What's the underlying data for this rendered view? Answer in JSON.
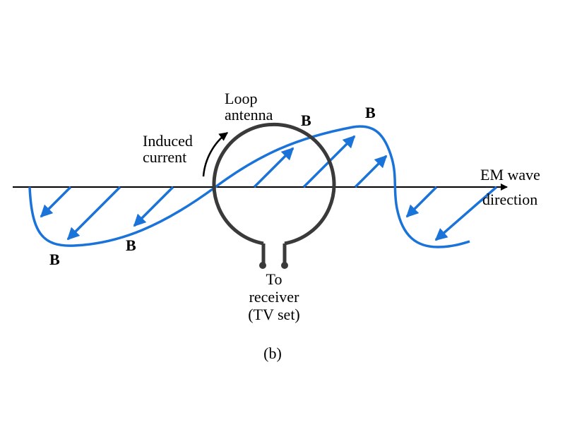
{
  "labels": {
    "loop_line1": "Loop",
    "loop_line2": "antenna",
    "induced_line1": "Induced",
    "induced_line2": "current",
    "em_line1": "EM wave",
    "em_line2": "direction",
    "receiver_line1": "To",
    "receiver_line2": "receiver",
    "receiver_line3": "(TV set)",
    "caption": "(b)",
    "field_symbol": "B"
  },
  "colors": {
    "wave": "#1a73d9",
    "antenna": "#3a3a3a",
    "axis": "#000000",
    "text": "#000000"
  }
}
